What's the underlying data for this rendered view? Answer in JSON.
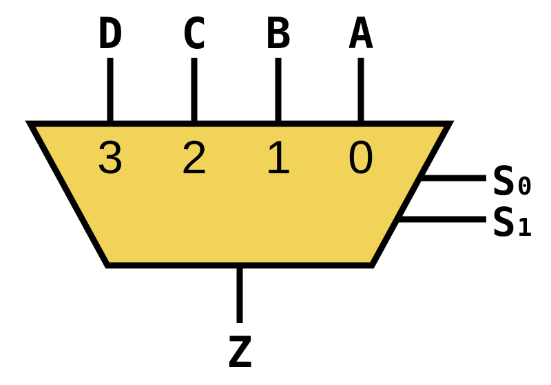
{
  "colors": {
    "mux_fill": "#F2D35A",
    "stroke": "#000000",
    "background": "#ffffff"
  },
  "inputs": [
    {
      "signal": "D",
      "port": "3"
    },
    {
      "signal": "C",
      "port": "2"
    },
    {
      "signal": "B",
      "port": "1"
    },
    {
      "signal": "A",
      "port": "0"
    }
  ],
  "selects": [
    {
      "letter": "S",
      "sub": "0"
    },
    {
      "letter": "S",
      "sub": "1"
    }
  ],
  "output": {
    "label": "Z"
  }
}
